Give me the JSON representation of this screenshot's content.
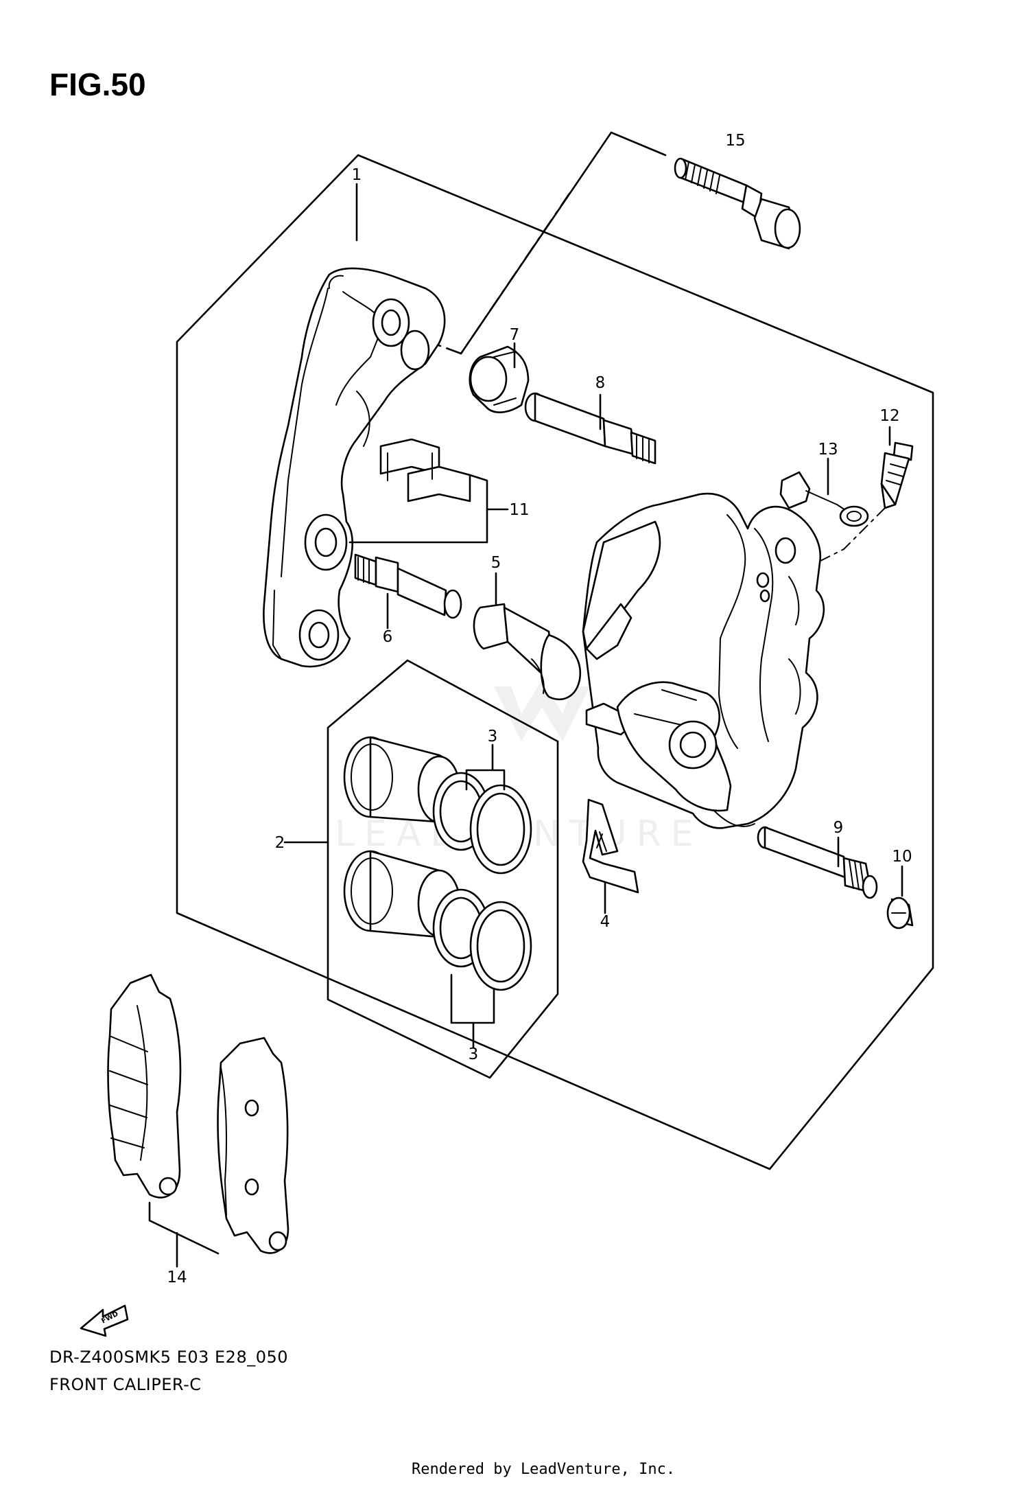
{
  "figure": {
    "title": "FIG.50"
  },
  "callouts": [
    {
      "id": "1",
      "label": "1"
    },
    {
      "id": "2",
      "label": "2"
    },
    {
      "id": "3a",
      "label": "3"
    },
    {
      "id": "3b",
      "label": "3"
    },
    {
      "id": "4",
      "label": "4"
    },
    {
      "id": "5",
      "label": "5"
    },
    {
      "id": "6",
      "label": "6"
    },
    {
      "id": "7",
      "label": "7"
    },
    {
      "id": "8",
      "label": "8"
    },
    {
      "id": "9",
      "label": "9"
    },
    {
      "id": "10",
      "label": "10"
    },
    {
      "id": "11",
      "label": "11"
    },
    {
      "id": "12",
      "label": "12"
    },
    {
      "id": "13",
      "label": "13"
    },
    {
      "id": "14",
      "label": "14"
    },
    {
      "id": "15",
      "label": "15"
    }
  ],
  "direction_arrow": {
    "label": "FWD"
  },
  "watermark": {
    "text": "LEADVENTURE"
  },
  "footer": {
    "diagram_code": "DR-Z400SMK5 E03 E28_050",
    "diagram_name": "FRONT CALIPER-C",
    "credit": "Rendered by LeadVenture, Inc."
  }
}
